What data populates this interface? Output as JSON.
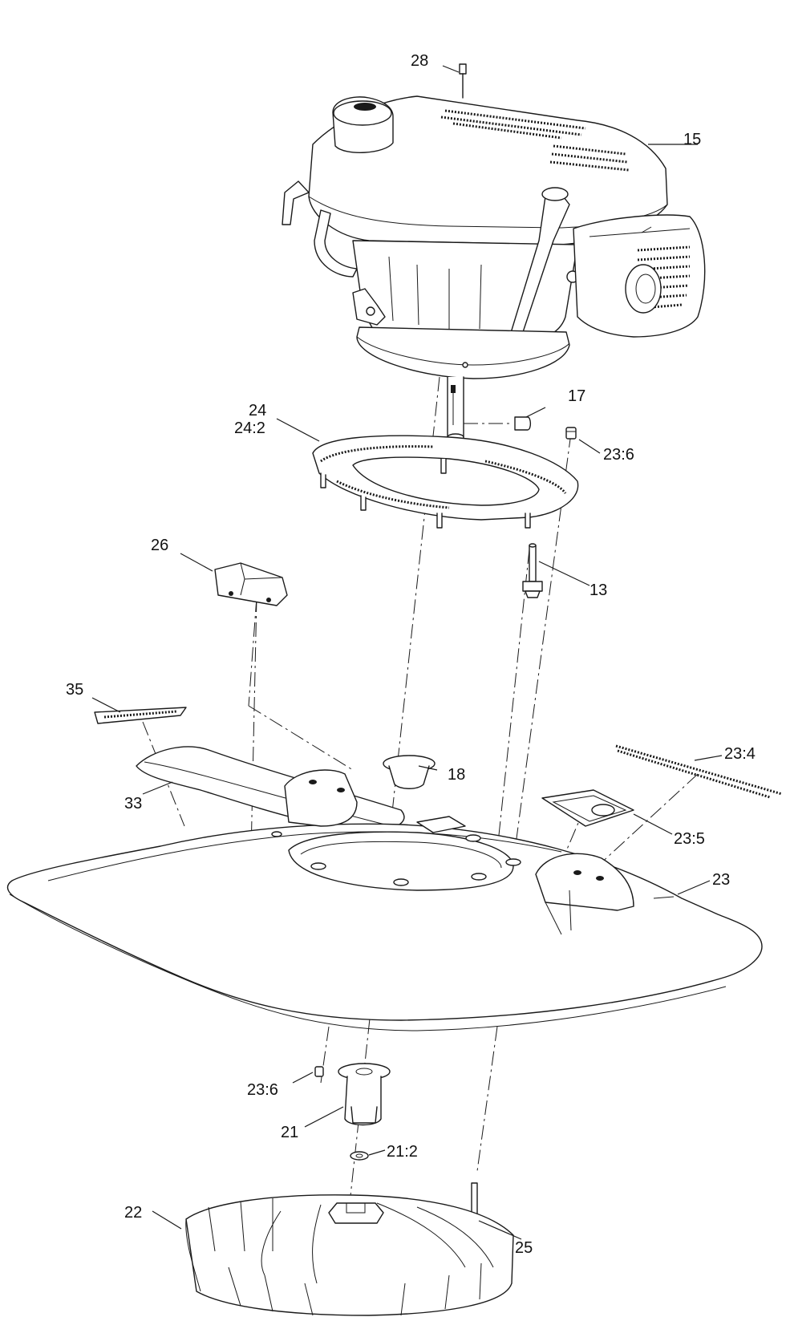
{
  "callouts": {
    "c28": "28",
    "c15": "15",
    "c17": "17",
    "c24": "24",
    "c24_2": "24:2",
    "c23_6_top": "23:6",
    "c26": "26",
    "c13": "13",
    "c35": "35",
    "c18": "18",
    "c23_4": "23:4",
    "c33": "33",
    "c23_5": "23:5",
    "c23": "23",
    "c23_6_bottom": "23:6",
    "c21": "21",
    "c21_2": "21:2",
    "c25": "25",
    "c22": "22"
  }
}
